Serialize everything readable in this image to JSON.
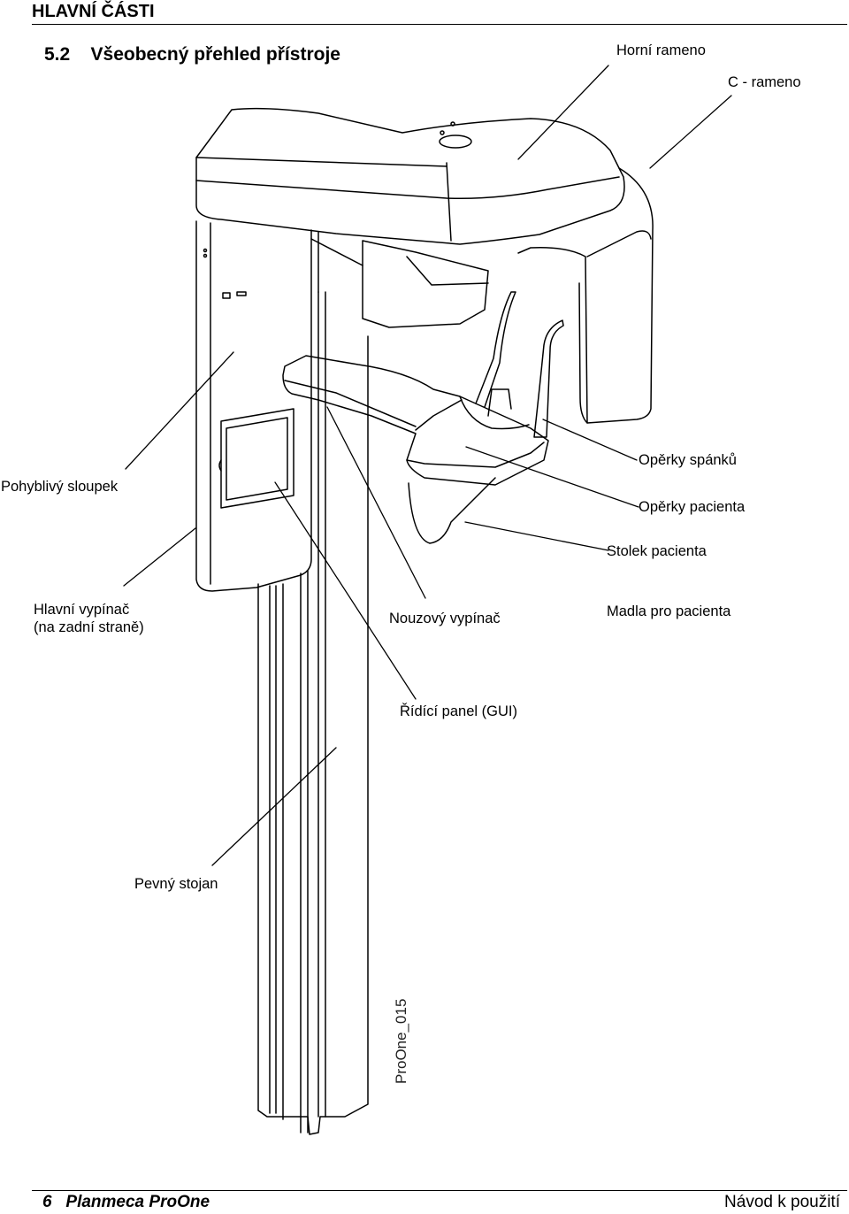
{
  "header": {
    "chapter": "HLAVNÍ ČÁSTI"
  },
  "section": {
    "title": "5.2    Všeobecný přehled přístroje"
  },
  "labels": {
    "upper_arm": "Horní rameno",
    "c_arm": "C - rameno",
    "moving_column": "Pohyblivý sloupek",
    "temple_supports": "Opěrky spánků",
    "patient_supports": "Opěrky pacienta",
    "patient_table": "Stolek pacienta",
    "main_switch_line1": "Hlavní vypínač",
    "main_switch_line2": "(na zadní straně)",
    "emergency_switch": "Nouzový vypínač",
    "patient_handles": "Madla pro pacienta",
    "control_panel": "Řídící panel (GUI)",
    "fixed_stand": "Pevný stojan"
  },
  "image_code": "ProOne_015",
  "footer": {
    "page_and_product": "6   Planmeca ProOne",
    "manual": "Návod k použití"
  }
}
